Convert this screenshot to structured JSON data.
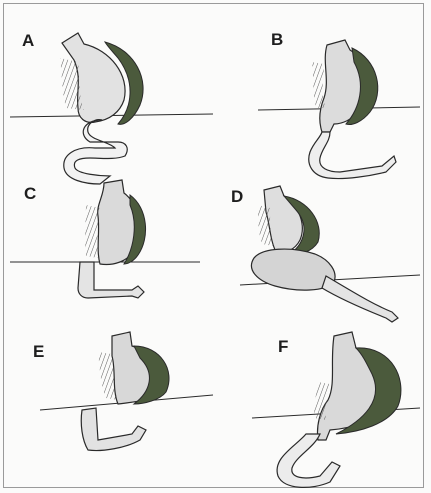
{
  "figure": {
    "panels": [
      {
        "id": "A",
        "label": "A"
      },
      {
        "id": "B",
        "label": "B"
      },
      {
        "id": "C",
        "label": "C"
      },
      {
        "id": "D",
        "label": "D"
      },
      {
        "id": "E",
        "label": "E"
      },
      {
        "id": "F",
        "label": "F"
      }
    ]
  },
  "colors": {
    "outline": "#2a2a2a",
    "stomach_fill": "#d7d7d7",
    "stomach_fill_light": "#e6e6e6",
    "dark_band": "#4b5a3c",
    "hatch": "#4a4a4a",
    "background": "#fbfbfa"
  }
}
